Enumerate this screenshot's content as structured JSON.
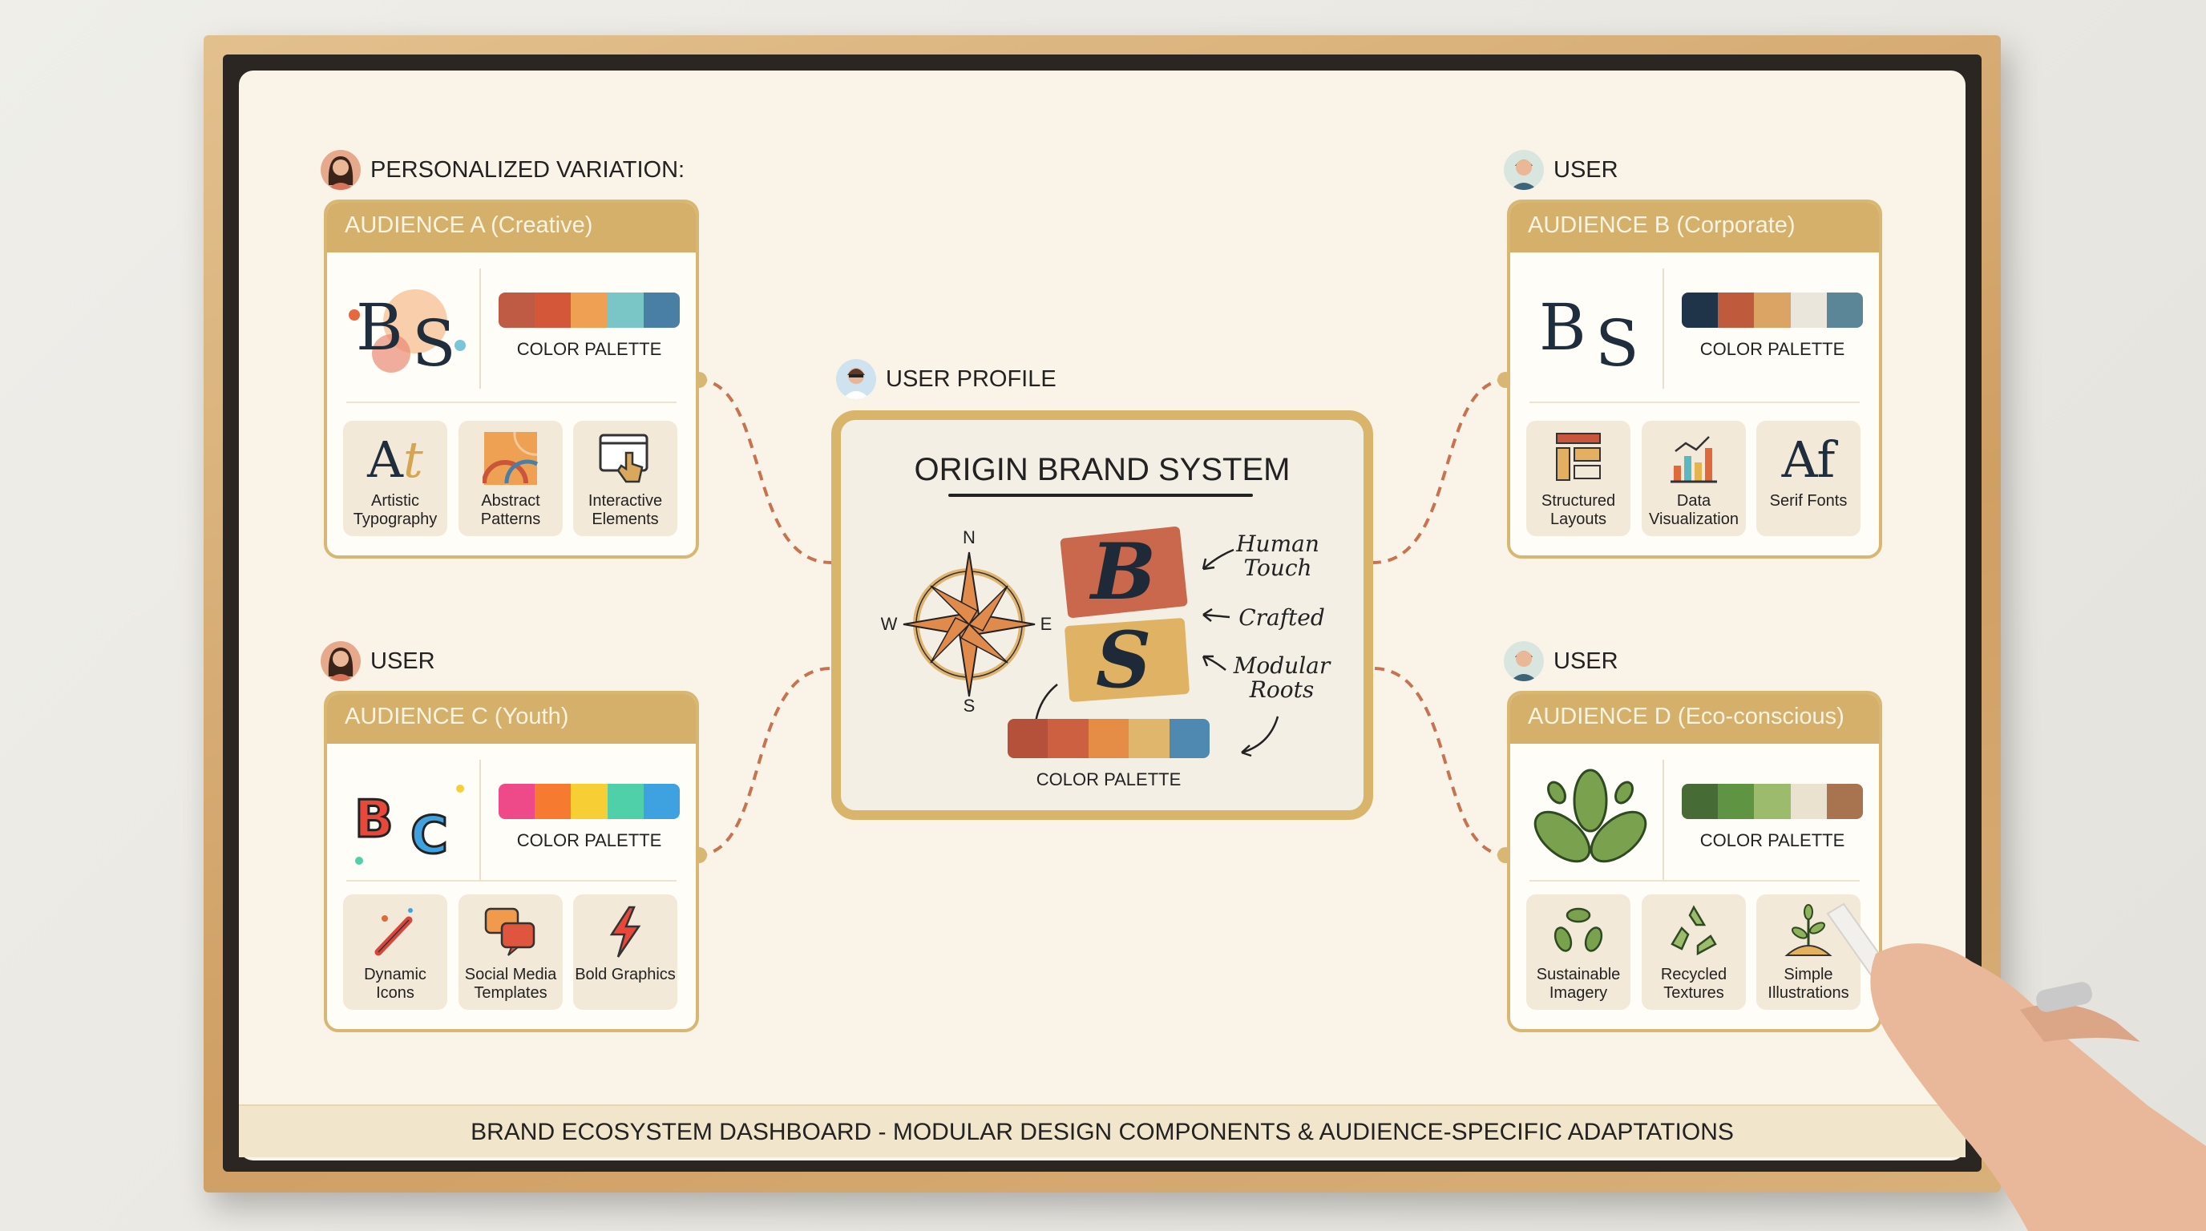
{
  "footer": "BRAND ECOSYSTEM DASHBOARD - MODULAR DESIGN COMPONENTS & AUDIENCE-SPECIFIC ADAPTATIONS",
  "center": {
    "label": "USER PROFILE",
    "title": "ORIGIN BRAND SYSTEM",
    "compass": {
      "n": "N",
      "e": "E",
      "s": "S",
      "w": "W"
    },
    "monogram": {
      "b": "B",
      "s": "S"
    },
    "annotations": [
      "Human Touch",
      "Crafted",
      "Modular Roots"
    ],
    "palette_label": "COLOR PALETTE",
    "palette": [
      "#b5503a",
      "#cd6040",
      "#e58d47",
      "#e0b66c",
      "#4f88b0"
    ]
  },
  "panels": [
    {
      "id": "a",
      "label": "PERSONALIZED VARIATION:",
      "header": "AUDIENCE A (Creative)",
      "avatar": "female",
      "logo": "BS",
      "logo_style": "artistic",
      "palette_label": "COLOR PALETTE",
      "palette": [
        "#bf5a44",
        "#d4573a",
        "#efa053",
        "#7ac6c6",
        "#4a7fa5"
      ],
      "tiles": [
        {
          "label": "Artistic Typography",
          "icon": "typography-icon",
          "glyph": "At"
        },
        {
          "label": "Abstract Patterns",
          "icon": "pattern-icon"
        },
        {
          "label": "Interactive Elements",
          "icon": "pointer-window-icon"
        }
      ]
    },
    {
      "id": "b",
      "label": "USER",
      "header": "AUDIENCE B (Corporate)",
      "avatar": "male",
      "logo": "BS",
      "logo_style": "serif",
      "palette_label": "COLOR PALETTE",
      "palette": [
        "#1f3448",
        "#c05a3c",
        "#dba464",
        "#ebe6dc",
        "#5b8698"
      ],
      "tiles": [
        {
          "label": "Structured Layouts",
          "icon": "layout-icon"
        },
        {
          "label": "Data Visualization",
          "icon": "bar-chart-icon"
        },
        {
          "label": "Serif Fonts",
          "icon": "serif-font-icon",
          "glyph": "Af"
        }
      ]
    },
    {
      "id": "c",
      "label": "USER",
      "header": "AUDIENCE C (Youth)",
      "avatar": "female",
      "logo": "BC",
      "logo_style": "playful",
      "palette_label": "COLOR PALETTE",
      "palette": [
        "#ee4a8a",
        "#f67a30",
        "#f7cf35",
        "#4fd0a8",
        "#3fa2e0"
      ],
      "tiles": [
        {
          "label": "Dynamic Icons",
          "icon": "magic-wand-icon"
        },
        {
          "label": "Social Media Templates",
          "icon": "chat-bubbles-icon"
        },
        {
          "label": "Bold Graphics",
          "icon": "lightning-icon"
        }
      ]
    },
    {
      "id": "d",
      "label": "USER",
      "header": "AUDIENCE D (Eco-conscious)",
      "avatar": "male",
      "logo": "",
      "logo_style": "leaves",
      "palette_label": "COLOR PALETTE",
      "palette": [
        "#466b34",
        "#5f9442",
        "#9dbb6c",
        "#ebe1cf",
        "#a8744f"
      ],
      "tiles": [
        {
          "label": "Sustainable Imagery",
          "icon": "leaf-cycle-icon"
        },
        {
          "label": "Recycled Textures",
          "icon": "recycle-icon"
        },
        {
          "label": "Simple Illustrations",
          "icon": "sprout-icon"
        }
      ]
    }
  ]
}
